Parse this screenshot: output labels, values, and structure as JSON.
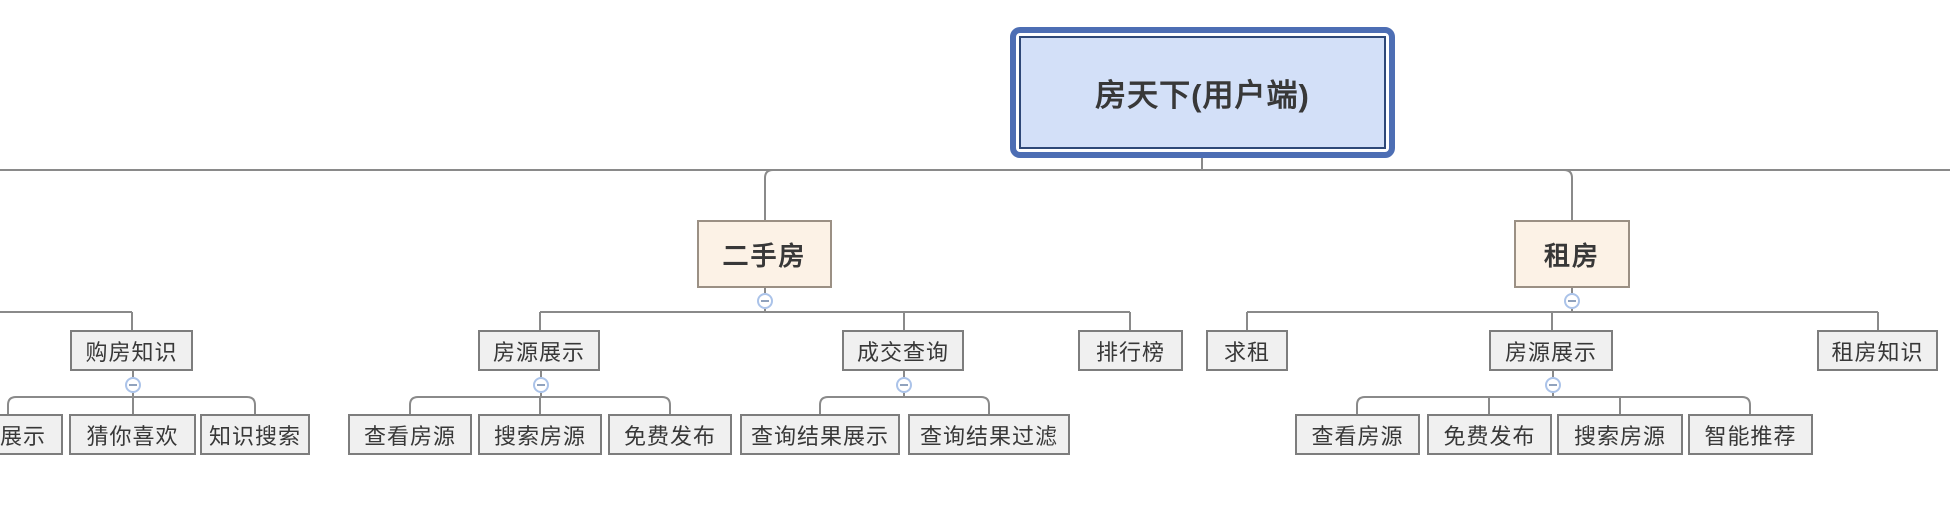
{
  "app": "mind-map-canvas",
  "tree": {
    "label": "房天下(用户端)",
    "children": [
      {
        "label": "二手房",
        "collapsed": false,
        "children": [
          {
            "label": "房源展示",
            "collapsed": false,
            "children": [
              {
                "label": "查看房源"
              },
              {
                "label": "搜索房源"
              },
              {
                "label": "免费发布"
              }
            ]
          },
          {
            "label": "成交查询",
            "collapsed": false,
            "children": [
              {
                "label": "查询结果展示"
              },
              {
                "label": "查询结果过滤"
              }
            ]
          },
          {
            "label": "排行榜"
          }
        ]
      },
      {
        "label": "租房",
        "collapsed": false,
        "children": [
          {
            "label": "求租"
          },
          {
            "label": "房源展示",
            "collapsed": false,
            "children": [
              {
                "label": "查看房源"
              },
              {
                "label": "免费发布"
              },
              {
                "label": "搜索房源"
              },
              {
                "label": "智能推荐"
              }
            ]
          },
          {
            "label": "租房知识"
          }
        ]
      }
    ]
  },
  "left_branch": {
    "note": "parent node is off-screen to the left",
    "children": [
      {
        "label": "购房知识",
        "collapsed": false,
        "children": [
          {
            "label": "展示",
            "clipped_at_left_edge": true
          },
          {
            "label": "猜你喜欢"
          },
          {
            "label": "知识搜索"
          }
        ]
      }
    ]
  },
  "icons": {
    "collapse": "minus-circle-icon"
  },
  "colors": {
    "canvas_bg": "#ffffff",
    "line": "#8a8a8a",
    "root_border_outer": "#4d6eb4",
    "root_border_inner": "#2e4878",
    "root_fill": "#d3e0f8",
    "branch_fill": "#fcf2e6",
    "branch_border": "#9b9084",
    "node_fill": "#f0f0f0",
    "node_border": "#7d7d7d",
    "text": "#383838",
    "collapse_stroke": "#abc3e9",
    "collapse_dash": "#90a2bd"
  }
}
